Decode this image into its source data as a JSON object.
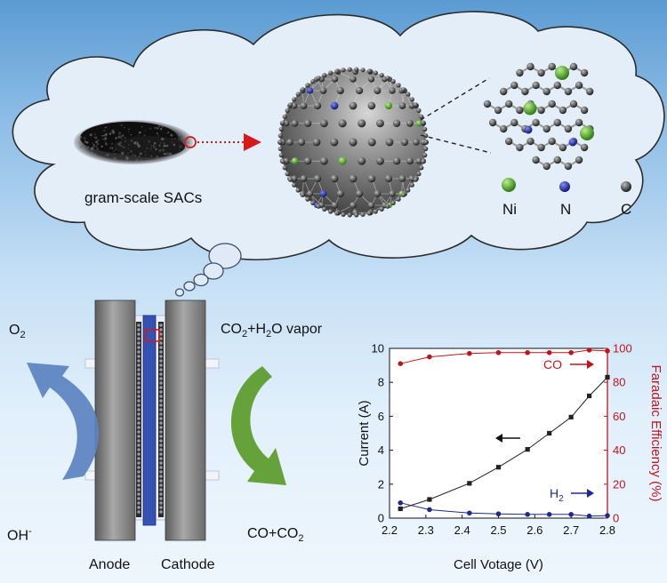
{
  "cloud": {
    "caption": "gram-scale SACs",
    "legend": [
      {
        "label": "Ni",
        "color": "#4db83a"
      },
      {
        "label": "N",
        "color": "#2233aa"
      },
      {
        "label": "C",
        "color": "#2a2a2a"
      }
    ]
  },
  "cell": {
    "o2_main": "O",
    "o2_sub": "2",
    "oh_main": "OH",
    "oh_sup": "-",
    "feed_a": "CO",
    "feed_a_sub": "2",
    "feed_b": "+H",
    "feed_b_sub": "2",
    "feed_c": "O vapor",
    "prod_a": "CO+CO",
    "prod_a_sub": "2",
    "anode": "Anode",
    "cathode": "Cathode"
  },
  "colors": {
    "current": "#222222",
    "faradaic": "#c0141b",
    "h2": "#1f2a8a",
    "anode_arrow": "#4f78b8",
    "cathode_arrow": "#5c9a2e"
  },
  "chart_data": {
    "type": "line",
    "xlabel": "Cell Votage (V)",
    "ylabel": "Current (A)",
    "y2label": "Faradaic Efficiency (%)",
    "xlim": [
      2.2,
      2.8
    ],
    "ylim": [
      0,
      10
    ],
    "y2lim": [
      0,
      100
    ],
    "xticks": [
      "2.2",
      "2.3",
      "2.4",
      "2.5",
      "2.6",
      "2.7",
      "2.8"
    ],
    "yticks": [
      "0",
      "2",
      "4",
      "6",
      "8",
      "10"
    ],
    "y2ticks": [
      "0",
      "20",
      "40",
      "60",
      "80",
      "100"
    ],
    "series": [
      {
        "axis": "left",
        "color": "#222222",
        "marker": "square",
        "x": [
          2.23,
          2.31,
          2.42,
          2.5,
          2.58,
          2.64,
          2.7,
          2.75,
          2.8
        ],
        "y": [
          0.55,
          1.1,
          2.05,
          3.0,
          4.05,
          5.0,
          5.95,
          7.2,
          8.3
        ]
      },
      {
        "axis": "right",
        "name": "CO",
        "color": "#c0141b",
        "marker": "circle",
        "x": [
          2.23,
          2.31,
          2.42,
          2.5,
          2.58,
          2.64,
          2.7,
          2.75,
          2.8
        ],
        "y": [
          91,
          95,
          97,
          97.5,
          97.5,
          97.5,
          97.5,
          99,
          98.5
        ]
      },
      {
        "axis": "right",
        "name": "H",
        "name_sub": "2",
        "color": "#1f2a8a",
        "marker": "circle",
        "x": [
          2.23,
          2.31,
          2.42,
          2.5,
          2.58,
          2.64,
          2.7,
          2.75,
          2.8
        ],
        "y": [
          9,
          5,
          3,
          2.5,
          2.2,
          2.2,
          2.2,
          1.2,
          1.5
        ]
      }
    ]
  }
}
